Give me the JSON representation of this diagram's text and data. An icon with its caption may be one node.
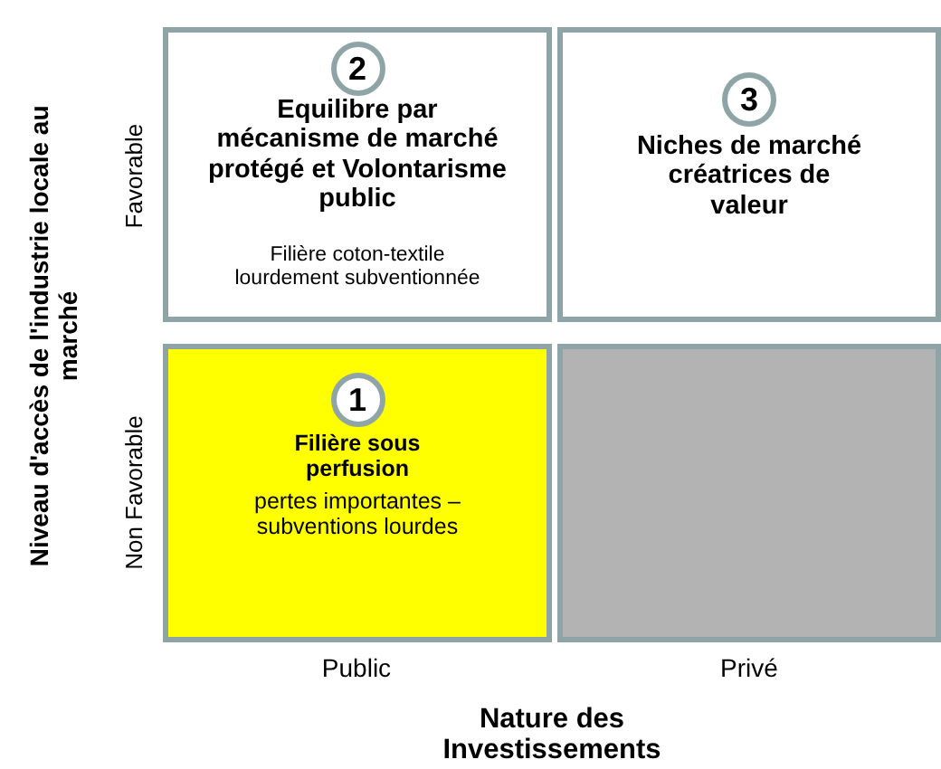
{
  "diagram": {
    "nodes": [
      {
        "text": [
          "Equilibre par mécanisme de marché protégé et Volontarisme public",
          "Filière coton-textile lourdement subventionnée"
        ]
      },
      {
        "text": [
          "2"
        ],
        "in": 0
      },
      {
        "text": [
          "Niches de marché créatrices de valeur"
        ]
      },
      {
        "text": [
          "3"
        ],
        "in": 2
      },
      {
        "text": [
          "Filière sous perfusion",
          "pertes importantes – subventions lourdes"
        ]
      },
      {
        "text": [
          "1"
        ],
        "in": 4
      },
      {
        "text": [],
        "shape": "box"
      }
    ],
    "labels": [
      "Niveau d'accès de l'industrie locale au marché",
      "Favorable",
      "Non Favorable",
      "Public",
      "Privé",
      "Nature des Investissements"
    ]
  }
}
